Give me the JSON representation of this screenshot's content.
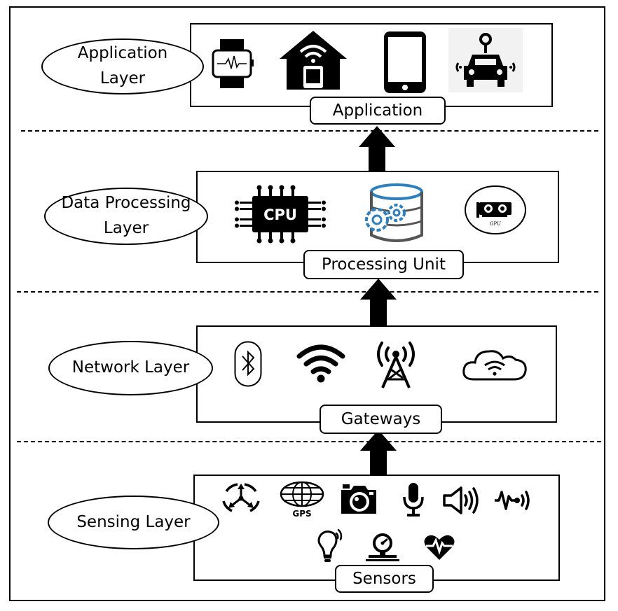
{
  "layers": [
    {
      "id": "application",
      "name_lines": [
        "Application",
        "Layer"
      ],
      "unit": "Application",
      "icons": [
        "smartwatch-icon",
        "smart-home-icon",
        "smartphone-icon",
        "autonomous-car-icon"
      ]
    },
    {
      "id": "data-processing",
      "name_lines": [
        "Data Processing",
        "Layer"
      ],
      "unit": "Processing Unit",
      "icons": [
        "cpu-icon",
        "database-gears-icon",
        "gpu-icon"
      ]
    },
    {
      "id": "network",
      "name_lines": [
        "Network Layer"
      ],
      "unit": "Gateways",
      "icons": [
        "bluetooth-icon",
        "wifi-icon",
        "cell-tower-icon",
        "cloud-wifi-icon"
      ]
    },
    {
      "id": "sensing",
      "name_lines": [
        "Sensing Layer"
      ],
      "unit": "Sensors",
      "icons": [
        "accelerometer-icon",
        "gps-icon",
        "camera-icon",
        "microphone-icon",
        "speaker-icon",
        "vibration-sensor-icon",
        "light-bulb-icon",
        "pressure-gauge-icon",
        "heart-rate-icon"
      ]
    }
  ],
  "icon_text": {
    "cpu": "CPU",
    "gps": "GPS",
    "gpu": "GPU"
  },
  "colors": {
    "stroke": "#000000",
    "database_blue": "#2f7fbf",
    "database_gray": "#555555"
  }
}
